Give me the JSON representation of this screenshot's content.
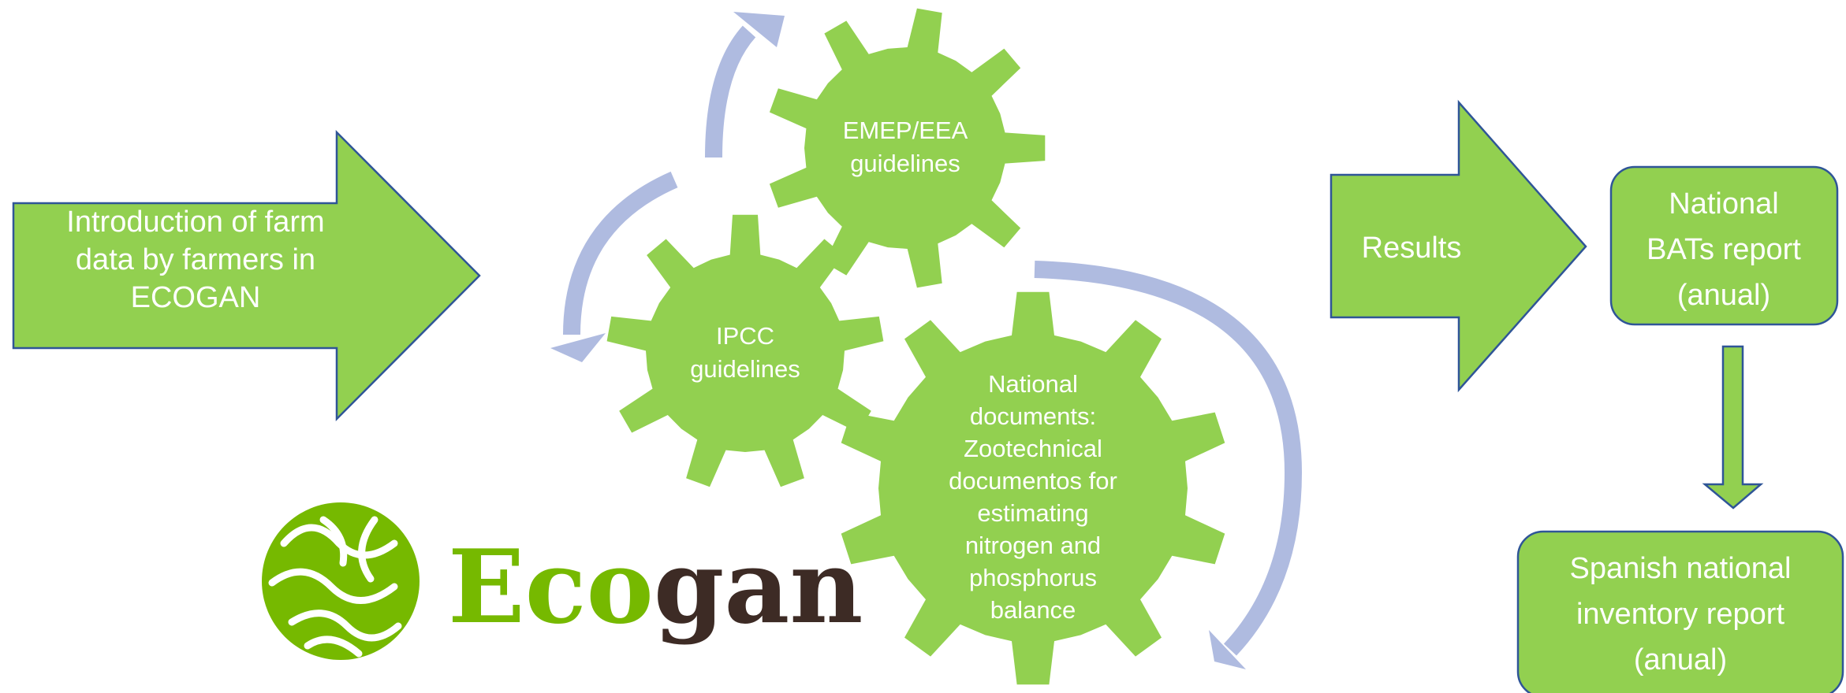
{
  "colors": {
    "shape_fill": "#92D050",
    "shape_stroke": "#2F5597",
    "cycle_arrow": "#AFBBE0",
    "text": "#FFFFFF",
    "logo_green": "#76B900",
    "logo_dark": "#3D2B25"
  },
  "input_arrow": {
    "lines": [
      "Introduction of farm",
      "data by farmers in",
      "ECOGAN"
    ]
  },
  "gears": {
    "emep": {
      "lines": [
        "EMEP/EEA",
        "guidelines"
      ]
    },
    "ipcc": {
      "lines": [
        "IPCC",
        "guidelines"
      ]
    },
    "national": {
      "lines": [
        "National",
        "documents:",
        "Zootechnical",
        "documentos for",
        "estimating",
        "nitrogen and",
        "phosphorus",
        "balance"
      ]
    }
  },
  "results_arrow": {
    "lines": [
      "Results"
    ]
  },
  "bats_report": {
    "lines": [
      "National",
      "BATs report",
      "(anual)"
    ]
  },
  "inventory_report": {
    "lines": [
      "Spanish national",
      "inventory report",
      "(anual)"
    ]
  },
  "logo": {
    "icon": "leaf-swirl-circle-icon",
    "word_part1": "Eco",
    "word_part2": "gan"
  }
}
